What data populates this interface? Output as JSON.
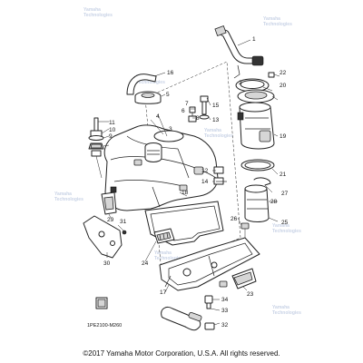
{
  "diagram": {
    "callouts": [
      "1",
      "2",
      "3",
      "4",
      "5",
      "6",
      "7",
      "8",
      "9",
      "10",
      "11",
      "12",
      "13",
      "14",
      "15",
      "16",
      "17",
      "18",
      "19",
      "20",
      "21",
      "22",
      "23",
      "24",
      "25",
      "26",
      "27",
      "28",
      "29",
      "30",
      "31",
      "32",
      "33",
      "34"
    ],
    "watermark": [
      "Yamaha",
      "Technologies"
    ],
    "drawing_code": "1PE2100-M260",
    "copyright": "©2017 Yamaha Motor Corporation, U.S.A. All rights reserved."
  }
}
